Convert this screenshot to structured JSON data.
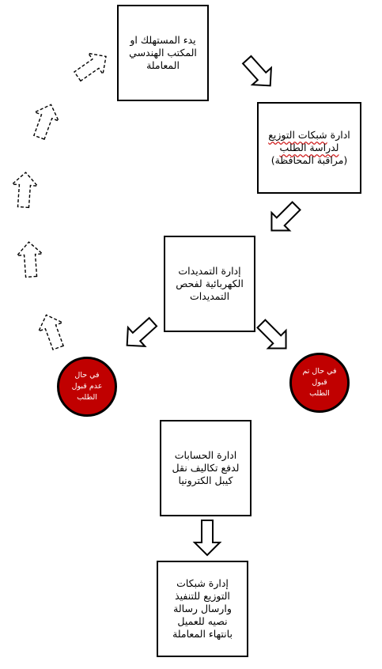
{
  "steps": {
    "start": {
      "line1": "يدء المستهلك او",
      "line2": "المكتب الهندسي",
      "line3": "المعاملة"
    },
    "distribution_review": {
      "line1_a": "ادارة",
      "line1_b": "شبكات التوزيع",
      "line2": "لدراسة الطلب",
      "line3": "(مراقبة المحافظة)"
    },
    "electrical_extensions": {
      "line1": "إدارة التمديدات",
      "line2": "الكهربائية لفحص",
      "line3": "التمديدات"
    },
    "accounts": {
      "line1": "ادارة الحسابات",
      "line2": "لدفع تكاليف نقل",
      "line3": "كيبل الكترونيا"
    },
    "distribution_execution": {
      "line1": "إدارة شبكات",
      "line2": "التوزيع للتنفيذ",
      "line3": "وارسال رسالة",
      "line4": "نصيه للعميل",
      "line5": "بانتهاء المعاملة"
    }
  },
  "outcomes": {
    "rejected": {
      "line1": "في حال",
      "line2": "عدم قبول",
      "line3": "الطلب"
    },
    "accepted": {
      "line1": "في حال تم",
      "line2": "قبول",
      "line3": "الطلب"
    }
  },
  "colors": {
    "outcome_fill": "#c00000",
    "outline": "#000000",
    "spell_underline": "#d02020"
  }
}
